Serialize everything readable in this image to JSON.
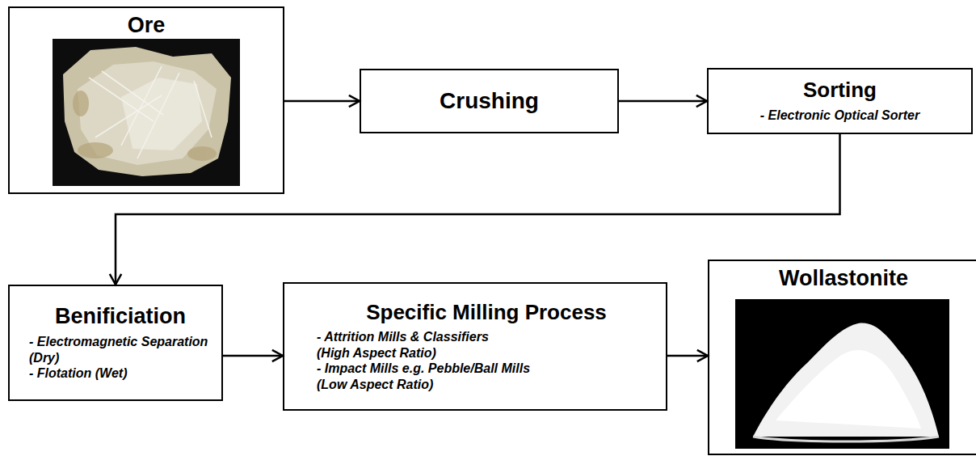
{
  "diagram": {
    "nodes": [
      {
        "text": [
          "Ore"
        ]
      },
      {
        "text": [
          "Crushing"
        ]
      },
      {
        "text": [
          "Sorting",
          "- Electronic Optical Sorter"
        ]
      },
      {
        "text": [
          "Benificiation",
          "- Electromagnetic Separation (Dry)",
          "- Flotation (Wet)"
        ]
      },
      {
        "text": [
          "Specific Milling Process",
          "- Attrition Mills & Classifiers",
          "(High Aspect Ratio)",
          "- Impact Mills e.g. Pebble/Ball Mills",
          "(Low Aspect Ratio)"
        ]
      },
      {
        "text": [
          "Wollastonite"
        ]
      }
    ],
    "edges": [
      {
        "from": 0,
        "to": 1,
        "arrow": "to"
      },
      {
        "from": 1,
        "to": 2,
        "arrow": "to"
      },
      {
        "from": 2,
        "to": 3,
        "arrow": "to"
      },
      {
        "from": 3,
        "to": 4,
        "arrow": "to"
      },
      {
        "from": 4,
        "to": 5,
        "arrow": "to"
      }
    ]
  }
}
